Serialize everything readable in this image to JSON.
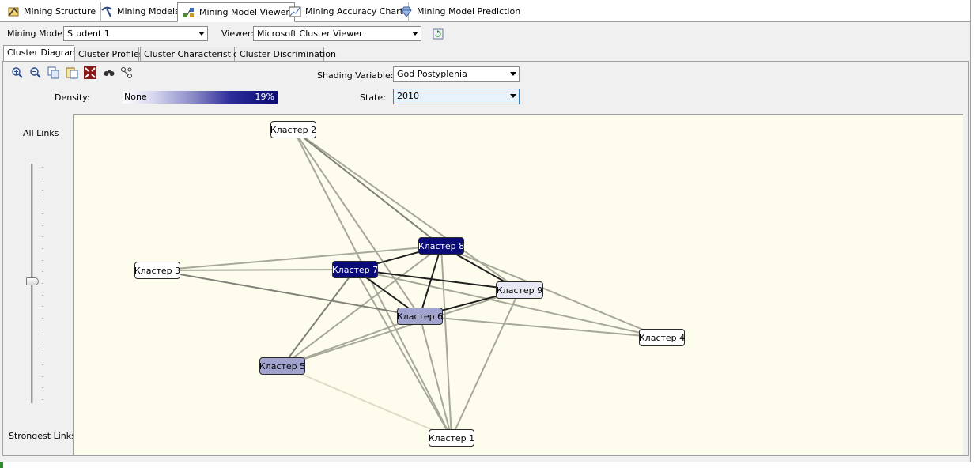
{
  "top_tabs": [
    {
      "label": "Mining Structure",
      "icon": "mining-structure-icon"
    },
    {
      "label": "Mining Models",
      "icon": "pickaxe-icon"
    },
    {
      "label": "Mining Model Viewer",
      "icon": "model-viewer-icon"
    },
    {
      "label": "Mining Accuracy Chart",
      "icon": "accuracy-chart-icon"
    },
    {
      "label": "Mining Model Prediction",
      "icon": "diamond-icon"
    }
  ],
  "model_bar": {
    "mining_model_label": "Mining Model:",
    "mining_model_value": "Student 1",
    "viewer_label": "Viewer:",
    "viewer_value": "Microsoft Cluster Viewer"
  },
  "inner_tabs": [
    "Cluster Diagram",
    "Cluster Profiles",
    "Cluster Characteristics",
    "Cluster Discrimination"
  ],
  "controls": {
    "density_label": "Density:",
    "density_min": "None",
    "density_max": "19%",
    "shading_label": "Shading Variable:",
    "shading_value": "God Postyplenia",
    "state_label": "State:",
    "state_value": "2010"
  },
  "slider": {
    "top_label": "All Links",
    "bottom_label": "Strongest Links",
    "level": 0.51
  },
  "colors": {
    "canvas_bg": "#fefcec",
    "dark_node": "#0a0a78",
    "mid_node": "#a3a3cf",
    "light_node": "#e8e8f4",
    "white_node": "#ffffff"
  },
  "diagram": {
    "nodes": [
      {
        "id": "k2",
        "label": "Кластер 2",
        "shade": "white"
      },
      {
        "id": "k8",
        "label": "Кластер 8",
        "shade": "dark"
      },
      {
        "id": "k7",
        "label": "Кластер 7",
        "shade": "dark"
      },
      {
        "id": "k3",
        "label": "Кластер 3",
        "shade": "white"
      },
      {
        "id": "k9",
        "label": "Кластер 9",
        "shade": "light"
      },
      {
        "id": "k6",
        "label": "Кластер 6",
        "shade": "mid"
      },
      {
        "id": "k4",
        "label": "Кластер 4",
        "shade": "white"
      },
      {
        "id": "k5",
        "label": "Кластер 5",
        "shade": "mid"
      },
      {
        "id": "k1",
        "label": "Кластер 1",
        "shade": "white"
      }
    ],
    "links": [
      {
        "a": "k7",
        "b": "k8",
        "strength": "strong"
      },
      {
        "a": "k7",
        "b": "k6",
        "strength": "strong"
      },
      {
        "a": "k8",
        "b": "k6",
        "strength": "strong"
      },
      {
        "a": "k8",
        "b": "k9",
        "strength": "strong"
      },
      {
        "a": "k6",
        "b": "k9",
        "strength": "strong"
      },
      {
        "a": "k7",
        "b": "k9",
        "strength": "strong"
      },
      {
        "a": "k3",
        "b": "k6",
        "strength": "medium"
      },
      {
        "a": "k7",
        "b": "k5",
        "strength": "medium"
      },
      {
        "a": "k2",
        "b": "k8",
        "strength": "medium"
      },
      {
        "a": "k3",
        "b": "k7",
        "strength": "weak"
      },
      {
        "a": "k3",
        "b": "k8",
        "strength": "weak"
      },
      {
        "a": "k2",
        "b": "k6",
        "strength": "weak"
      },
      {
        "a": "k2",
        "b": "k9",
        "strength": "weak"
      },
      {
        "a": "k2",
        "b": "k1",
        "strength": "weak"
      },
      {
        "a": "k8",
        "b": "k4",
        "strength": "weak"
      },
      {
        "a": "k7",
        "b": "k4",
        "strength": "weak"
      },
      {
        "a": "k6",
        "b": "k4",
        "strength": "weak"
      },
      {
        "a": "k8",
        "b": "k5",
        "strength": "weak"
      },
      {
        "a": "k6",
        "b": "k5",
        "strength": "weak"
      },
      {
        "a": "k9",
        "b": "k5",
        "strength": "weak"
      },
      {
        "a": "k7",
        "b": "k1",
        "strength": "weak"
      },
      {
        "a": "k6",
        "b": "k1",
        "strength": "weak"
      },
      {
        "a": "k9",
        "b": "k1",
        "strength": "weak"
      },
      {
        "a": "k8",
        "b": "k1",
        "strength": "weak"
      },
      {
        "a": "k5",
        "b": "k1",
        "strength": "faint"
      }
    ]
  }
}
